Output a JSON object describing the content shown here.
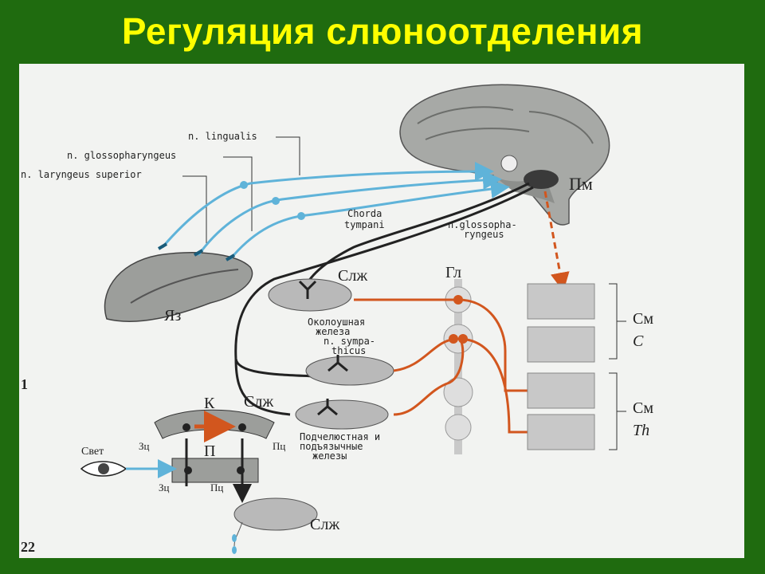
{
  "title": "Регуляция слюноотделения",
  "labels": {
    "n_lingualis": "n. lingualis",
    "n_glossopharyngeus": "n. glossopharyngeus",
    "n_laryngeus": "n. laryngeus superior",
    "chorda_1": "Chorda",
    "chorda_2": "tympani",
    "glosso_1": "n.glossopha-",
    "glosso_2": "ryngeus",
    "pm": "Пм",
    "yaz": "Яз",
    "slzh_top": "Слж",
    "gl": "Гл",
    "parotid_1": "Околоушная",
    "parotid_2": "железа",
    "symp_1": "n. sympa-",
    "symp_2": "thicus",
    "sm_c_1": "См",
    "sm_c_2": "С",
    "sm_th_1": "См",
    "sm_th_2": "Th",
    "slzh_mid": "Слж",
    "k": "К",
    "p": "П",
    "svet": "Свет",
    "zc_top": "Зц",
    "pc_top": "Пц",
    "zc_bot": "Зц",
    "pc_bot": "Пц",
    "submand_1": "Подчелюстная и",
    "submand_2": "подъязычные",
    "submand_3": "железы",
    "slzh_bot": "Слж",
    "page_num": "22",
    "edge_mark": "1"
  },
  "colors": {
    "background": "#1f6b0f",
    "title": "#ffff00",
    "afferent": "#5fb3d9",
    "efferent": "#222222",
    "sympathetic": "#d2561e",
    "gland": "#b9b9b9"
  }
}
